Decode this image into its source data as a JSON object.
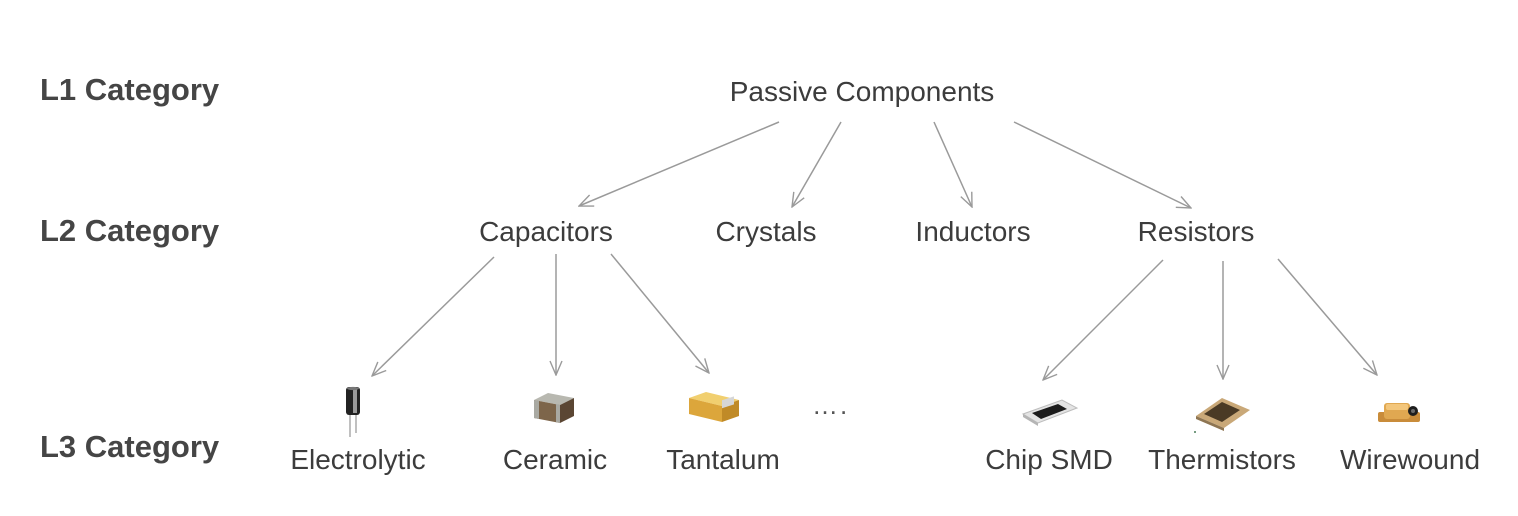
{
  "levels": {
    "l1": "L1 Category",
    "l2": "L2 Category",
    "l3": "L3 Category"
  },
  "tree": {
    "root": "Passive Components",
    "l2": [
      "Capacitors",
      "Crystals",
      "Inductors",
      "Resistors"
    ],
    "l3_capacitors": [
      "Electrolytic",
      "Ceramic",
      "Tantalum"
    ],
    "l3_resistors": [
      "Chip SMD",
      "Thermistors",
      "Wirewound"
    ],
    "ellipsis": "…."
  },
  "colors": {
    "edge": "#9a9a9a",
    "text": "#3c3c3c",
    "level_label": "#454545"
  },
  "icons": {
    "electrolytic": "electrolytic-capacitor-icon",
    "ceramic": "ceramic-capacitor-icon",
    "tantalum": "tantalum-capacitor-icon",
    "chip_smd": "chip-resistor-icon",
    "thermistors": "thermistor-icon",
    "wirewound": "wirewound-resistor-icon"
  }
}
